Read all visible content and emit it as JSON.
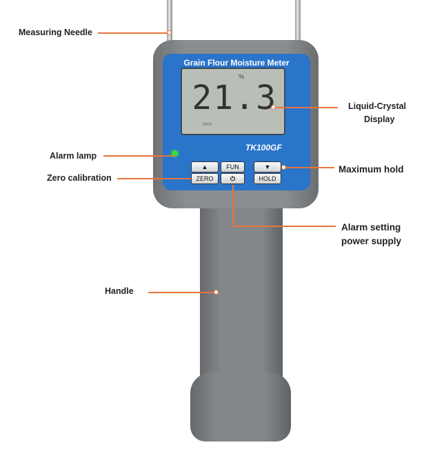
{
  "device": {
    "title": "Grain Flour Moisture Meter",
    "model": "TK100GF",
    "reading": "21.3",
    "unit": "%",
    "lcd_small": "MAX",
    "buttons": {
      "up": "▲",
      "zero": "ZERO",
      "fun": "FUN",
      "power": "⏻",
      "down": "▼",
      "hold": "HOLD"
    }
  },
  "callouts": {
    "needle": "Measuring Needle",
    "alarm_lamp": "Alarm lamp",
    "zero": "Zero calibration",
    "handle": "Handle",
    "lcd_1": "Liquid-Crystal",
    "lcd_2": "Display",
    "max_hold": "Maximum hold",
    "alarm_1": "Alarm setting",
    "alarm_2": "power supply"
  },
  "colors": {
    "accent": "#e8743b",
    "panel": "#2a74c9"
  }
}
